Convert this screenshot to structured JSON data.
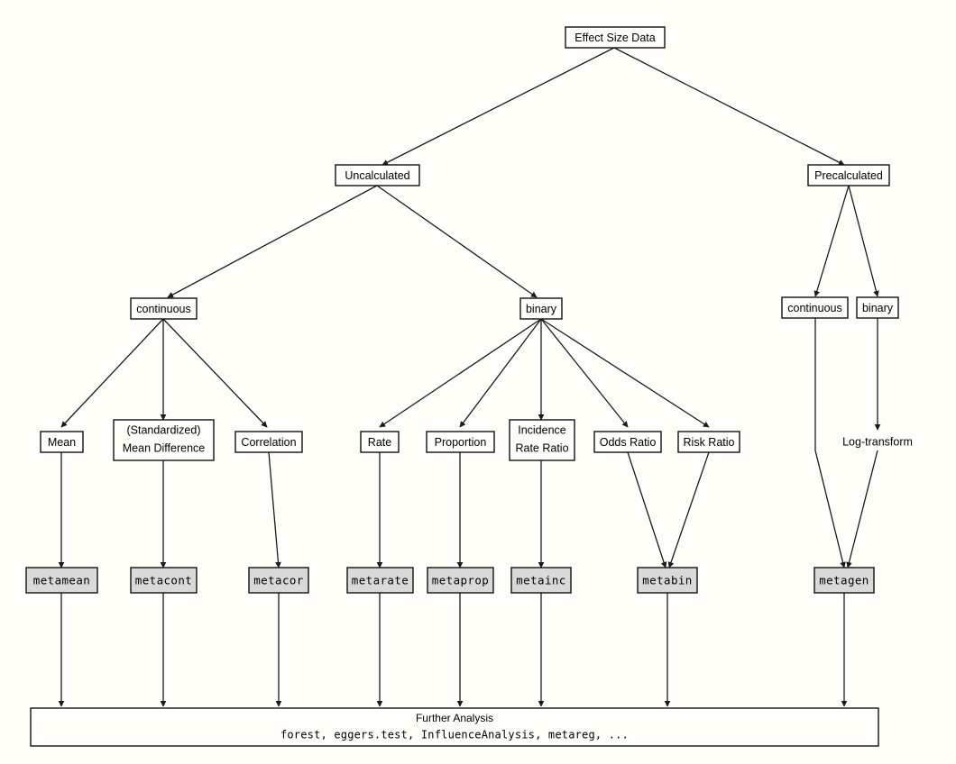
{
  "diagram": {
    "title": "Effect Size Data meta-analysis function selection flowchart",
    "background_color": "#fffef8",
    "node_fill": "#fffef8",
    "function_node_fill": "#d9d9d9",
    "stroke_color": "#111111",
    "nodes": {
      "root": {
        "label": "Effect Size Data"
      },
      "uncalculated": {
        "label": "Uncalculated"
      },
      "precalculated": {
        "label": "Precalculated"
      },
      "uncalc_continuous": {
        "label": "continuous"
      },
      "uncalc_binary": {
        "label": "binary"
      },
      "precalc_continuous": {
        "label": "continuous"
      },
      "precalc_binary": {
        "label": "binary"
      },
      "mean": {
        "label": "Mean"
      },
      "smd_line1": {
        "label": "(Standardized)"
      },
      "smd_line2": {
        "label": "Mean Difference"
      },
      "correlation": {
        "label": "Correlation"
      },
      "rate": {
        "label": "Rate"
      },
      "proportion": {
        "label": "Proportion"
      },
      "irr_line1": {
        "label": "Incidence"
      },
      "irr_line2": {
        "label": "Rate Ratio"
      },
      "odds_ratio": {
        "label": "Odds Ratio"
      },
      "risk_ratio": {
        "label": "Risk Ratio"
      },
      "log_transform": {
        "label": "Log-transform"
      },
      "fn_metamean": {
        "label": "metamean"
      },
      "fn_metacont": {
        "label": "metacont"
      },
      "fn_metacor": {
        "label": "metacor"
      },
      "fn_metarate": {
        "label": "metarate"
      },
      "fn_metaprop": {
        "label": "metaprop"
      },
      "fn_metainc": {
        "label": "metainc"
      },
      "fn_metabin": {
        "label": "metabin"
      },
      "fn_metagen": {
        "label": "metagen"
      }
    },
    "footer": {
      "title": "Further Analysis",
      "functions": "forest, eggers.test, InfluenceAnalysis, metareg, ..."
    }
  }
}
